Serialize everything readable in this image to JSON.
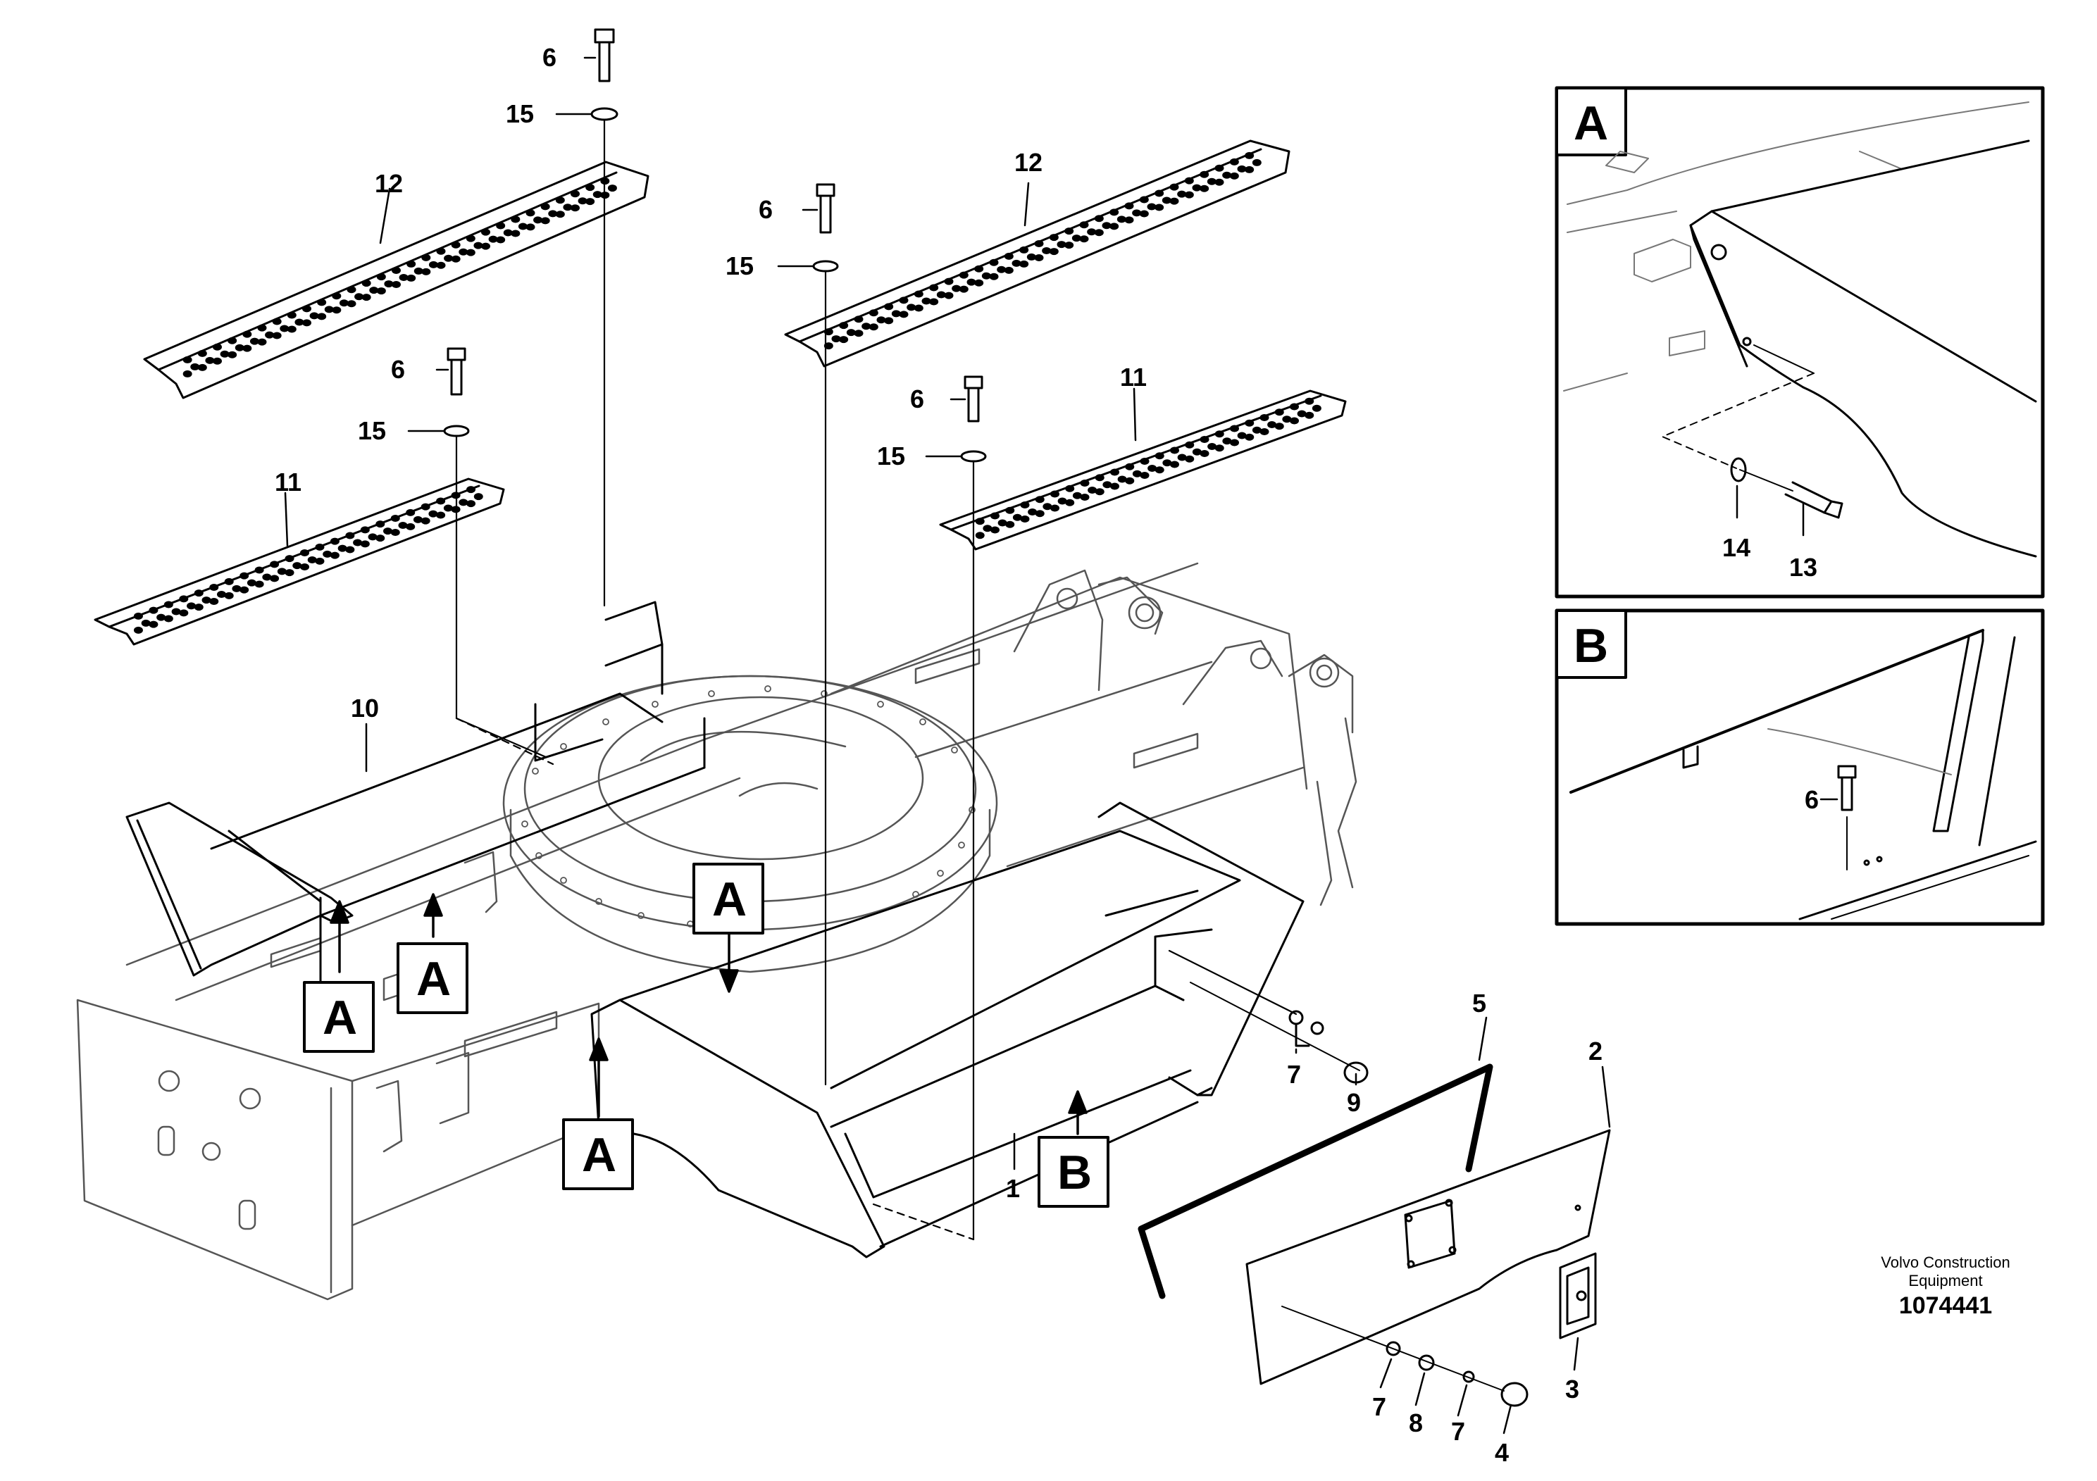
{
  "part_labels": [
    "6",
    "15",
    "12",
    "6",
    "15",
    "12",
    "6",
    "15",
    "11",
    "6",
    "15",
    "11",
    "10",
    "1",
    "2",
    "3",
    "4",
    "5",
    "7",
    "7",
    "7",
    "8",
    "9"
  ],
  "detail_labels": [
    "A",
    "A",
    "A",
    "A",
    "B"
  ],
  "inset_a": {
    "title": "A",
    "labels": [
      "14",
      "13"
    ]
  },
  "inset_b": {
    "title": "B",
    "labels": [
      "6"
    ]
  },
  "credit": {
    "line1": "Volvo Construction",
    "line2": "Equipment"
  },
  "document_number": "1074441"
}
